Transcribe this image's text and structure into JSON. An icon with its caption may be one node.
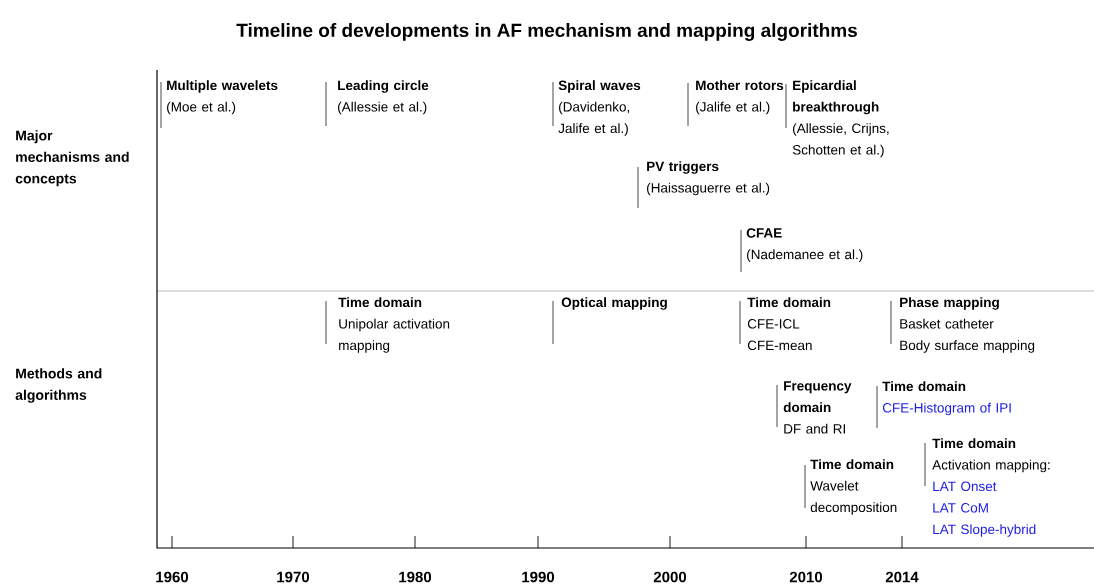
{
  "diagram": {
    "title": "Timeline of developments in AF mechanism and mapping algorithms",
    "labels": [
      "Major mechanisms and concepts",
      "Methods and algorithms",
      "Multiple wavelets",
      "(Moe et al.)",
      "Leading circle",
      "(Allessie et al.)",
      "Spiral waves",
      "(Davidenko, Jalife et al.)",
      "Mother rotors",
      "(Jalife et al.)",
      "Epicardial breakthrough",
      "(Allessie, Crijns, Schotten et al.)",
      "PV triggers",
      "(Haissaguerre et al.)",
      "CFAE",
      "(Nademanee et al.)",
      "Time domain",
      "Unipolar activation mapping",
      "Optical mapping",
      "Time domain",
      "CFE-ICL",
      "CFE-mean",
      "Phase mapping",
      "Basket catheter",
      "Body surface mapping",
      "Frequency domain",
      "DF and RI",
      "Time domain",
      "CFE-Histogram of IPI",
      "Time domain",
      "Activation mapping:",
      "LAT Onset",
      "LAT CoM",
      "LAT Slope-hybrid",
      "Time domain",
      "Wavelet decomposition",
      "1960",
      "1970",
      "1980",
      "1990",
      "2000",
      "2010",
      "2014"
    ]
  }
}
